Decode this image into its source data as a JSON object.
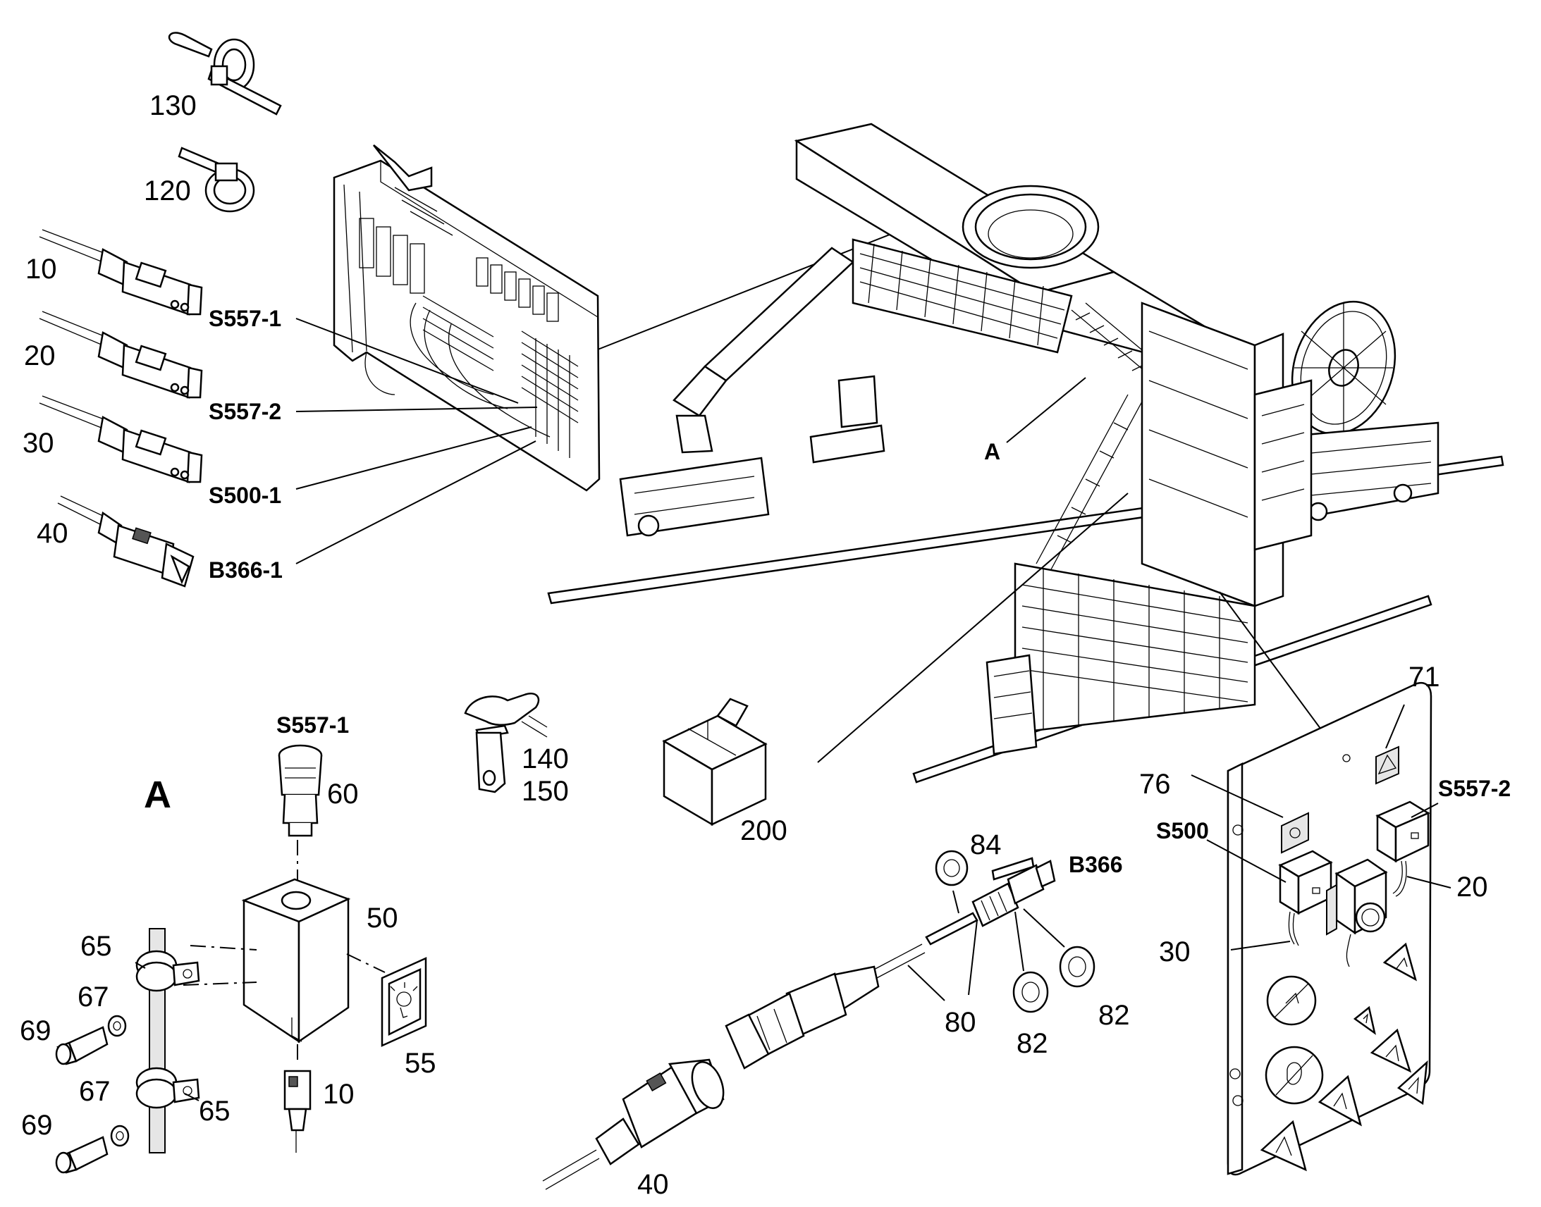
{
  "labels": {
    "part_130": "130",
    "part_120": "120",
    "part_10_top": "10",
    "part_20_top": "20",
    "part_30_top": "30",
    "part_40_top": "40",
    "ref_s557_1": "S557-1",
    "ref_s557_2": "S557-2",
    "ref_s500_1": "S500-1",
    "ref_b366_1": "B366-1",
    "detail_a_on_machine": "A",
    "detail_a_title": "A",
    "switch_s557_1": "S557-1",
    "part_60": "60",
    "part_50": "50",
    "part_55": "55",
    "part_10_bottom": "10",
    "part_65_upper": "65",
    "part_65_lower": "65",
    "part_67_upper": "67",
    "part_67_lower": "67",
    "part_69_upper": "69",
    "part_69_lower": "69",
    "part_140": "140",
    "part_150": "150",
    "part_200": "200",
    "part_84": "84",
    "sensor_b366": "B366",
    "part_80": "80",
    "part_82_left": "82",
    "part_82_right": "82",
    "part_40_bottom": "40",
    "part_71": "71",
    "part_76": "76",
    "switch_s557_2": "S557-2",
    "switch_s500": "S500",
    "part_20_panel": "20",
    "part_30_panel": "30"
  }
}
